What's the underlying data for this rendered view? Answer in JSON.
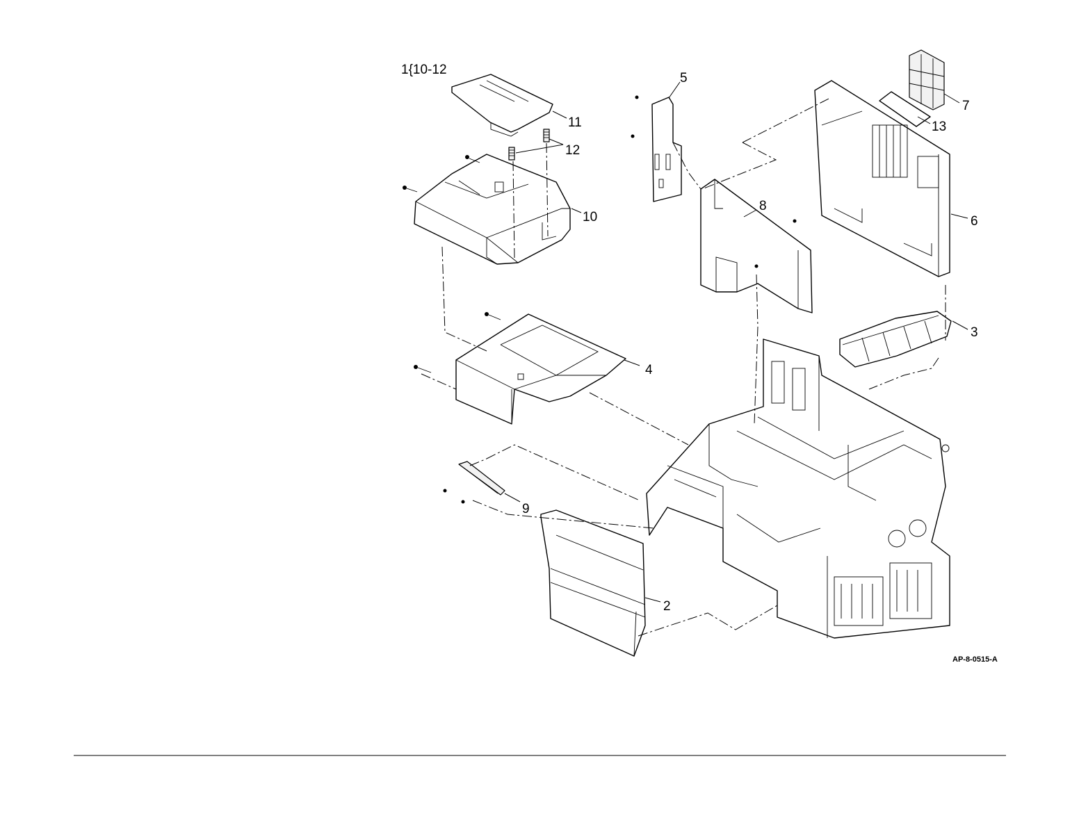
{
  "diagram": {
    "kit_callout": "1{10-12",
    "figure_id": "AP-8-0515-A",
    "callouts": {
      "p2": "2",
      "p3": "3",
      "p4": "4",
      "p5": "5",
      "p6": "6",
      "p7": "7",
      "p8": "8",
      "p9": "9",
      "p10": "10",
      "p11": "11",
      "p12": "12",
      "p13": "13"
    }
  }
}
